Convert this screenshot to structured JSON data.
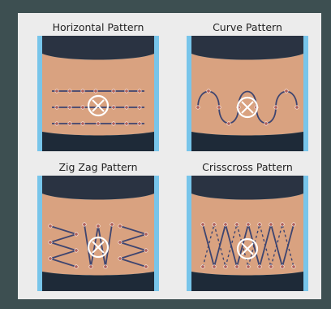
{
  "panels": [
    {
      "title": "Horizontal Pattern"
    },
    {
      "title": "Curve Pattern"
    },
    {
      "title": "Zig Zag Pattern"
    },
    {
      "title": "Crisscross Pattern"
    }
  ],
  "colors": {
    "background": "#3d4f51",
    "card": "#ececec",
    "sky": "#78c5ea",
    "skin": "#d9a280",
    "pants": "#1e2a38",
    "line": "#3e4570",
    "dot": "#b0605a",
    "navel_ring": "#ffffff"
  },
  "icons": [
    "navel-marker-icon"
  ]
}
